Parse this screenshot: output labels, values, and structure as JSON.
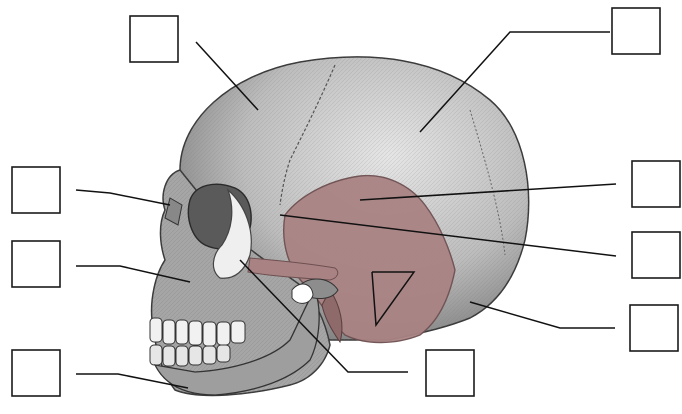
{
  "diagram": {
    "subject": "skull-lateral-view",
    "background_color": "#ffffff",
    "bone_color": "#9a9a9a",
    "highlight_color": "#a98384",
    "line_color": "#111111"
  },
  "label_boxes": [
    {
      "id": "box-top-left-frontal",
      "text": ""
    },
    {
      "id": "box-top-right-parietal",
      "text": ""
    },
    {
      "id": "box-left-nasal",
      "text": ""
    },
    {
      "id": "box-right-temporal",
      "text": ""
    },
    {
      "id": "box-left-maxilla",
      "text": ""
    },
    {
      "id": "box-right-sphenoid",
      "text": ""
    },
    {
      "id": "box-right-occipital",
      "text": ""
    },
    {
      "id": "box-left-mandible",
      "text": ""
    },
    {
      "id": "box-bottom-zygomatic",
      "text": ""
    }
  ]
}
